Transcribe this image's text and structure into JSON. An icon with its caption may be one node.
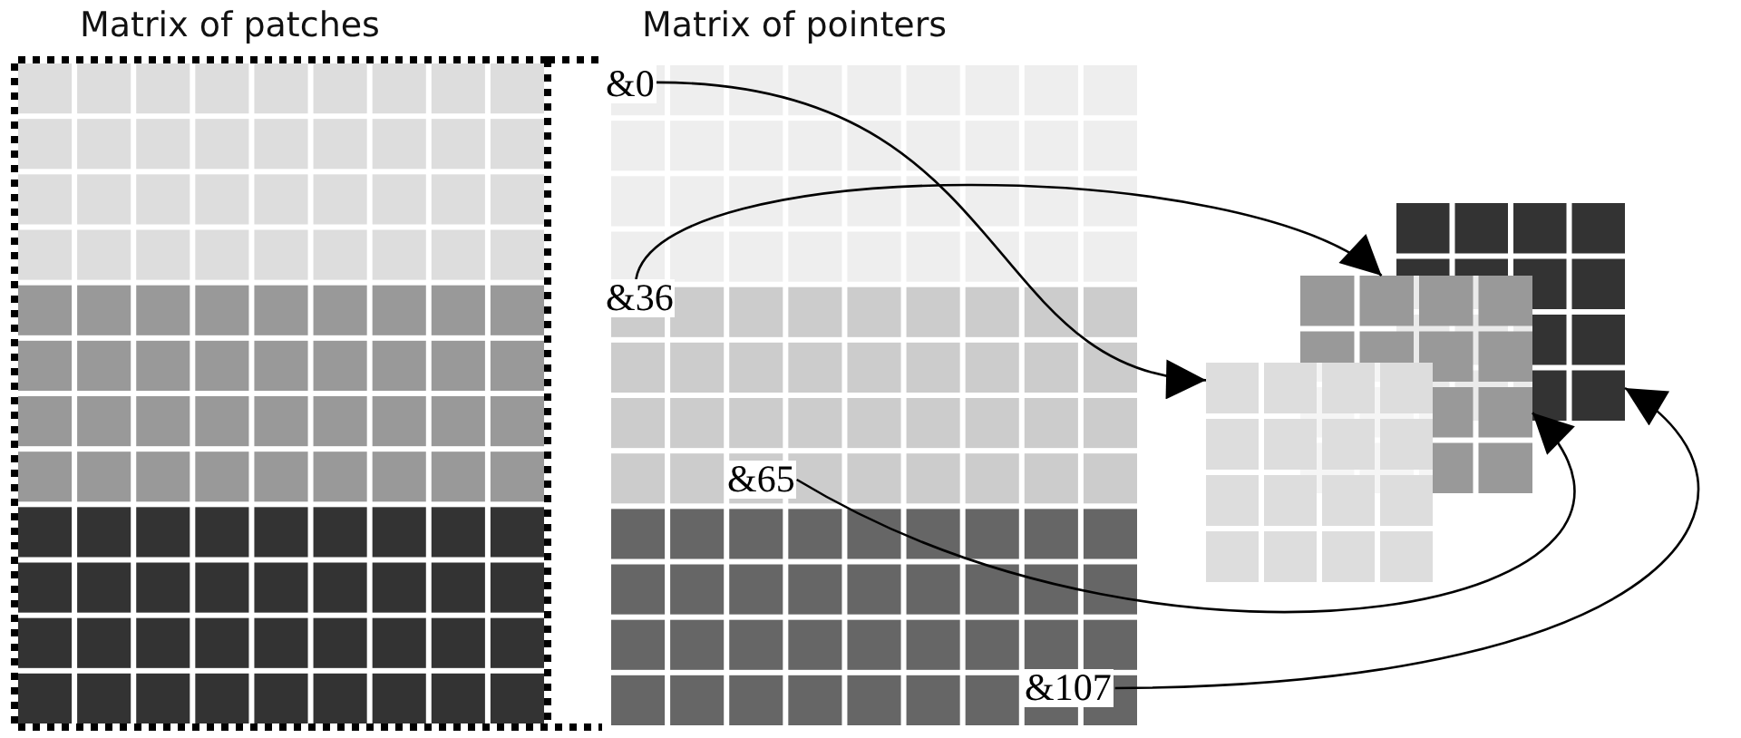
{
  "diagram": {
    "nodes": [
      {
        "text": [
          "Matrix of patches"
        ]
      },
      {
        "text": [
          "Matrix of pointers"
        ]
      },
      {
        "text": [
          "&0"
        ],
        "in": 1
      },
      {
        "text": [
          "&36"
        ],
        "in": 1
      },
      {
        "text": [
          "&65"
        ],
        "in": 1
      },
      {
        "text": [
          "&107"
        ],
        "in": 1
      },
      {
        "text": [],
        "shape": "box"
      },
      {
        "text": [],
        "shape": "box"
      },
      {
        "text": [],
        "shape": "box"
      }
    ],
    "edges": [
      {
        "from": 2,
        "to": 6,
        "arrow": "to"
      },
      {
        "from": 3,
        "to": 7,
        "arrow": "to"
      },
      {
        "from": 4,
        "to": 7,
        "arrow": "to"
      },
      {
        "from": 5,
        "to": 8,
        "arrow": "to"
      }
    ]
  }
}
